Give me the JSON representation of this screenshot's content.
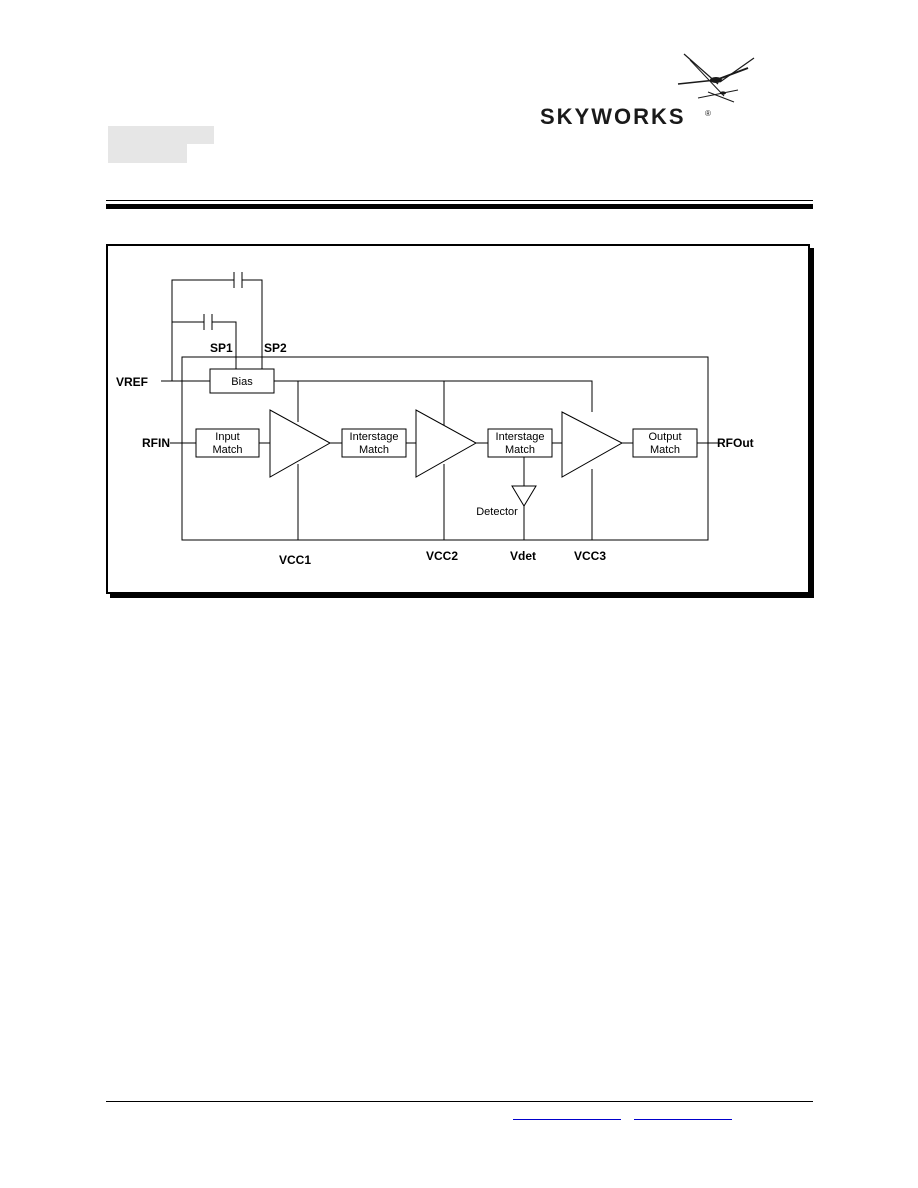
{
  "header": {
    "logo_text": "SKYWORKS",
    "logo_reg": "®"
  },
  "diagram": {
    "pins": {
      "vref": "VREF",
      "rfin": "RFIN",
      "rfout": "RFOut",
      "sp1": "SP1",
      "sp2": "SP2",
      "vcc1": "VCC1",
      "vcc2": "VCC2",
      "vcc3": "VCC3",
      "vdet": "Vdet"
    },
    "blocks": {
      "bias": "Bias",
      "input_match": [
        "Input",
        "Match"
      ],
      "interstage_match_1": [
        "Interstage",
        "Match"
      ],
      "interstage_match_2": [
        "Interstage",
        "Match"
      ],
      "output_match": [
        "Output",
        "Match"
      ],
      "detector": "Detector"
    }
  },
  "colors": {
    "line": "#000000",
    "link": "#0000cc",
    "placeholder_gray": "#e6e6e6"
  }
}
